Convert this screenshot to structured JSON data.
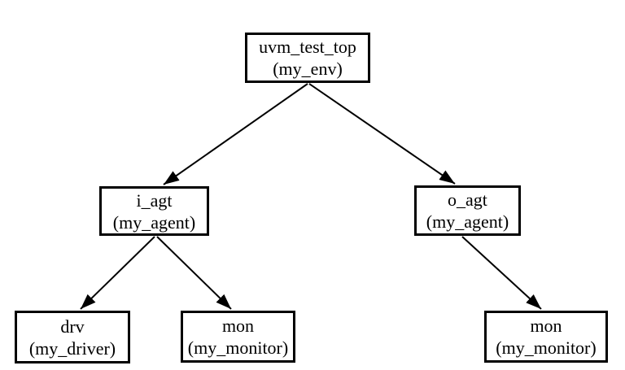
{
  "colors": {
    "background": "#ffffff",
    "box_fill": "#ffffff",
    "box_border": "#000000",
    "line": "#000000",
    "text": "#000000"
  },
  "nodes": {
    "top": {
      "name": "uvm_test_top",
      "type": "(my_env)"
    },
    "i_agt": {
      "name": "i_agt",
      "type": "(my_agent)"
    },
    "o_agt": {
      "name": "o_agt",
      "type": "(my_agent)"
    },
    "drv": {
      "name": "drv",
      "type": "(my_driver)"
    },
    "mon_i": {
      "name": "mon",
      "type": "(my_monitor)"
    },
    "mon_o": {
      "name": "mon",
      "type": "(my_monitor)"
    }
  },
  "edges": [
    {
      "from": "top",
      "to": "i_agt"
    },
    {
      "from": "top",
      "to": "o_agt"
    },
    {
      "from": "i_agt",
      "to": "drv"
    },
    {
      "from": "i_agt",
      "to": "mon_i"
    },
    {
      "from": "o_agt",
      "to": "mon_o"
    }
  ]
}
